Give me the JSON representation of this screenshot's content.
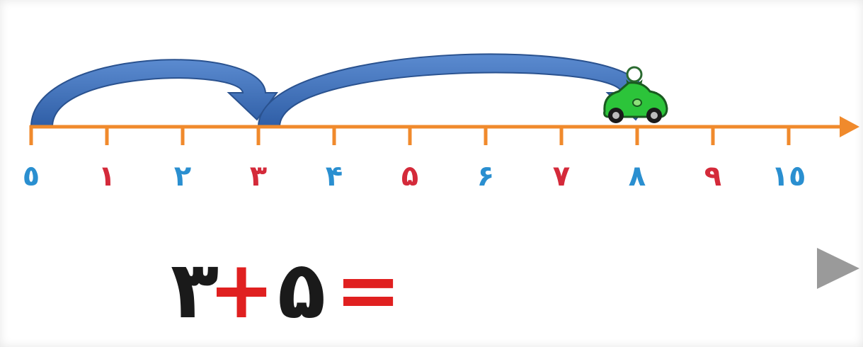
{
  "colors": {
    "axis": "#f08a2c",
    "blue_digit": "#2a8fd0",
    "red_digit": "#d42a3a",
    "jump_arrow": "#3d6fb8",
    "car": "#2cc43a",
    "equation_dark": "#1a1a1a",
    "equation_red": "#e02020",
    "play_arrow": "#9a9a9a"
  },
  "number_line": {
    "ticks": [
      {
        "value": 0,
        "label": "٥",
        "color": "blue"
      },
      {
        "value": 1,
        "label": "١",
        "color": "red"
      },
      {
        "value": 2,
        "label": "٢",
        "color": "blue"
      },
      {
        "value": 3,
        "label": "٣",
        "color": "red"
      },
      {
        "value": 4,
        "label": "۴",
        "color": "blue"
      },
      {
        "value": 5,
        "label": "۵",
        "color": "red"
      },
      {
        "value": 6,
        "label": "۶",
        "color": "blue"
      },
      {
        "value": 7,
        "label": "٧",
        "color": "red"
      },
      {
        "value": 8,
        "label": "٨",
        "color": "blue"
      },
      {
        "value": 9,
        "label": "٩",
        "color": "red"
      },
      {
        "value": 10,
        "label": "١٥",
        "color": "blue"
      }
    ],
    "jumps": [
      {
        "from": 0,
        "to": 3
      },
      {
        "from": 3,
        "to": 8
      }
    ],
    "car_at": 8
  },
  "equation": {
    "first": "٣",
    "plus": "+",
    "second": "۵",
    "equals": "="
  },
  "icons": {
    "car": "car-icon",
    "play": "play-arrow-icon"
  }
}
